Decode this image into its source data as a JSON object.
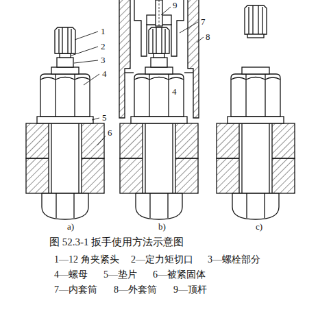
{
  "diagram": {
    "caption": "图 52.3-1 扳手使用方法示意图",
    "labels": [
      "1",
      "2",
      "3",
      "4",
      "5",
      "6",
      "9",
      "7",
      "8",
      "4",
      "a)",
      "b)",
      "c)",
      "1—12 角夹紧头",
      "2—定力矩切口",
      "3—螺栓部分",
      "4—螺母",
      "5—垫片",
      "6—被紧固体",
      "7—内套筒",
      "8—外套筒",
      "9—顶杆"
    ]
  }
}
